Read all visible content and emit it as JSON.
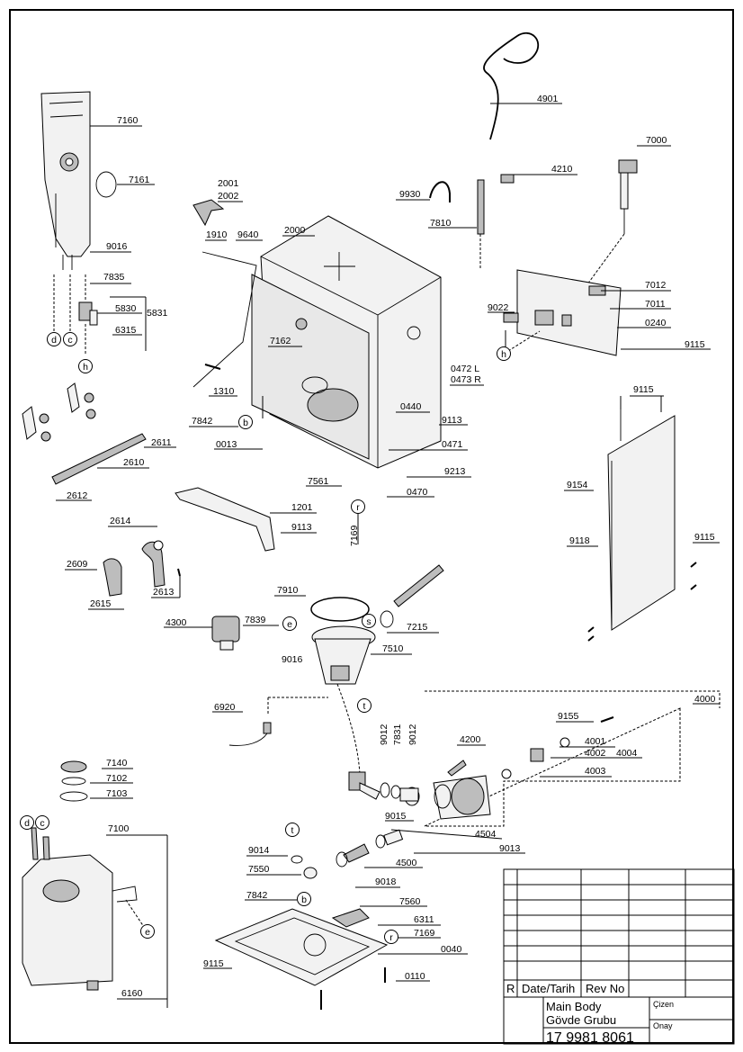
{
  "callouts": [
    "7160",
    "7161",
    "9016",
    "7835",
    "5830",
    "5831",
    "6315",
    "4901",
    "7000",
    "4210",
    "9930",
    "7810",
    "2001",
    "2002",
    "1910",
    "9640",
    "2000",
    "7162",
    "7012",
    "7011",
    "9022",
    "0240",
    "9115",
    "1310",
    "0472 L",
    "0473 R",
    "0440",
    "9113",
    "0471",
    "9213",
    "0470",
    "7842",
    "0013",
    "7561",
    "7169",
    "2611",
    "2610",
    "2612",
    "1201",
    "9113",
    "2614",
    "2609",
    "2613",
    "2615",
    "7910",
    "7215",
    "4300",
    "7839",
    "7510",
    "9016",
    "9154",
    "9118",
    "9115",
    "6920",
    "4000",
    "9155",
    "4001",
    "4002",
    "4004",
    "4003",
    "4200",
    "9012",
    "7831",
    "9012",
    "7140",
    "7102",
    "7103",
    "7100",
    "9015",
    "4504",
    "9013",
    "9014",
    "4500",
    "7550",
    "9018",
    "7842",
    "7560",
    "6311",
    "7169",
    "0040",
    "9115",
    "0110",
    "6160",
    "9115"
  ],
  "circle_markers": [
    "d",
    "c",
    "h",
    "b",
    "r",
    "e",
    "s",
    "t",
    "h",
    "t",
    "e",
    "b",
    "r",
    "d",
    "c"
  ],
  "title_block": {
    "revision_label": "R",
    "date_label": "Date/Tarih",
    "rev_label": "Rev No",
    "title_line1": "Main Body",
    "title_line2": "Gövde Grubu",
    "part_number": "17 9981 8061",
    "drawn_label": "Çizen",
    "approved_label": "Onay"
  }
}
